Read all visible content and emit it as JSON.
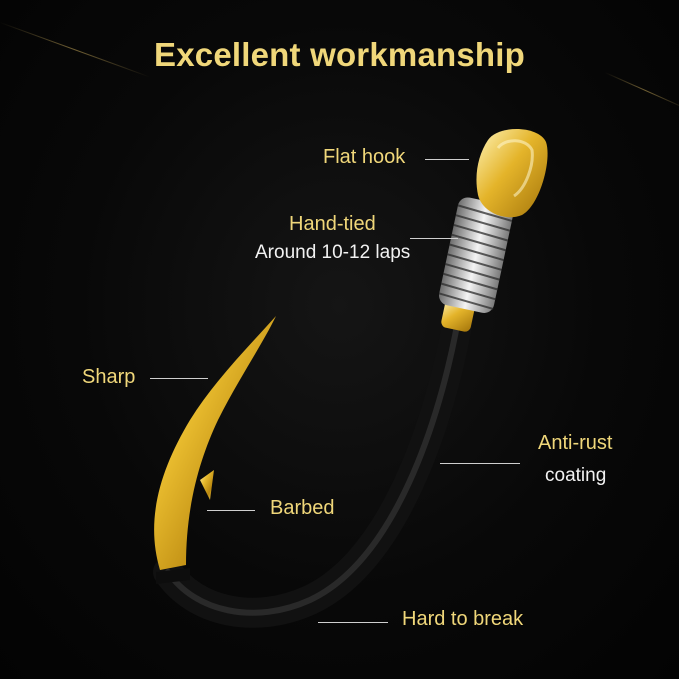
{
  "title": "Excellent workmanship",
  "labels": {
    "flat_hook": "Flat hook",
    "hand_tied": "Hand-tied",
    "hand_tied_sub": "Around 10-12 laps",
    "sharp": "Sharp",
    "anti_rust": "Anti-rust",
    "anti_rust_sub": "coating",
    "barbed": "Barbed",
    "hard_to_break": "Hard to break"
  },
  "colors": {
    "background": "#050505",
    "accent_gold": "#f0d77a",
    "text_white": "#f2f2f2",
    "hook_black": "#0b0b0b",
    "hook_gold": "#d9a820"
  }
}
